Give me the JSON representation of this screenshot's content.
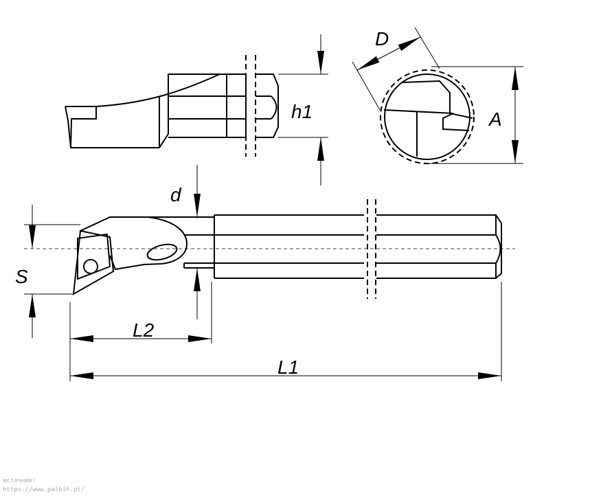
{
  "labels": {
    "D": "D",
    "A": "A",
    "h1": "h1",
    "d": "d",
    "S": "S",
    "L2": "L2",
    "L1": "L1"
  },
  "source": {
    "caption": "источник:",
    "url": "https://www.palbit.pt/"
  }
}
